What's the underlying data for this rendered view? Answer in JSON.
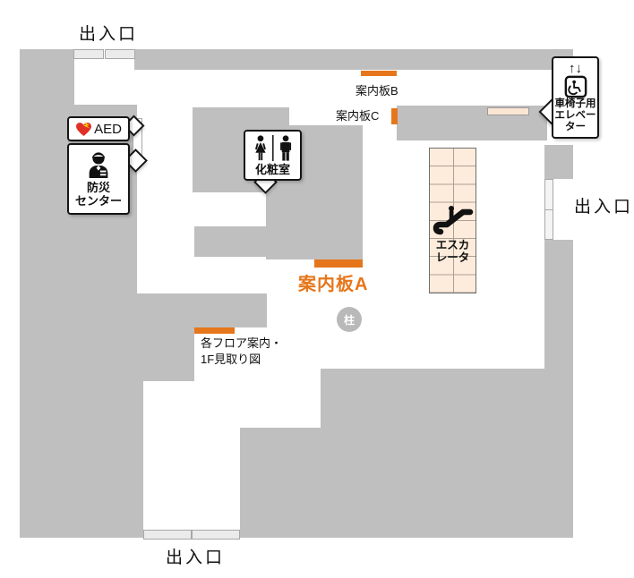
{
  "colors": {
    "wall": "#bfbfbf",
    "accent_orange": "#e6761b",
    "escalator_fill": "#fdecdc",
    "door_light": "#ebebeb",
    "pillar_gray": "#b9b9b9",
    "aed_heart_red": "#e03127",
    "aed_bolt_yellow": "#ffd400"
  },
  "entrances": {
    "top": "出入口",
    "right": "出入口",
    "bottom": "出入口"
  },
  "boards": {
    "a": "案内板A",
    "b": "案内板B",
    "c": "案内板C"
  },
  "floor_guide": {
    "lines": [
      "各フロア案内・",
      "1F見取り図"
    ]
  },
  "callouts": {
    "aed": {
      "label": "AED"
    },
    "disaster_center": {
      "lines": [
        "防災",
        "センター"
      ]
    },
    "restroom": {
      "label": "化粧室"
    },
    "wheelchair_elevator": {
      "arrows": "↑↓",
      "lines": [
        "車椅子用",
        "エレベー",
        "ター"
      ]
    }
  },
  "escalator": {
    "lines": [
      "エスカ",
      "レータ"
    ]
  },
  "pillar": {
    "label": "柱"
  }
}
